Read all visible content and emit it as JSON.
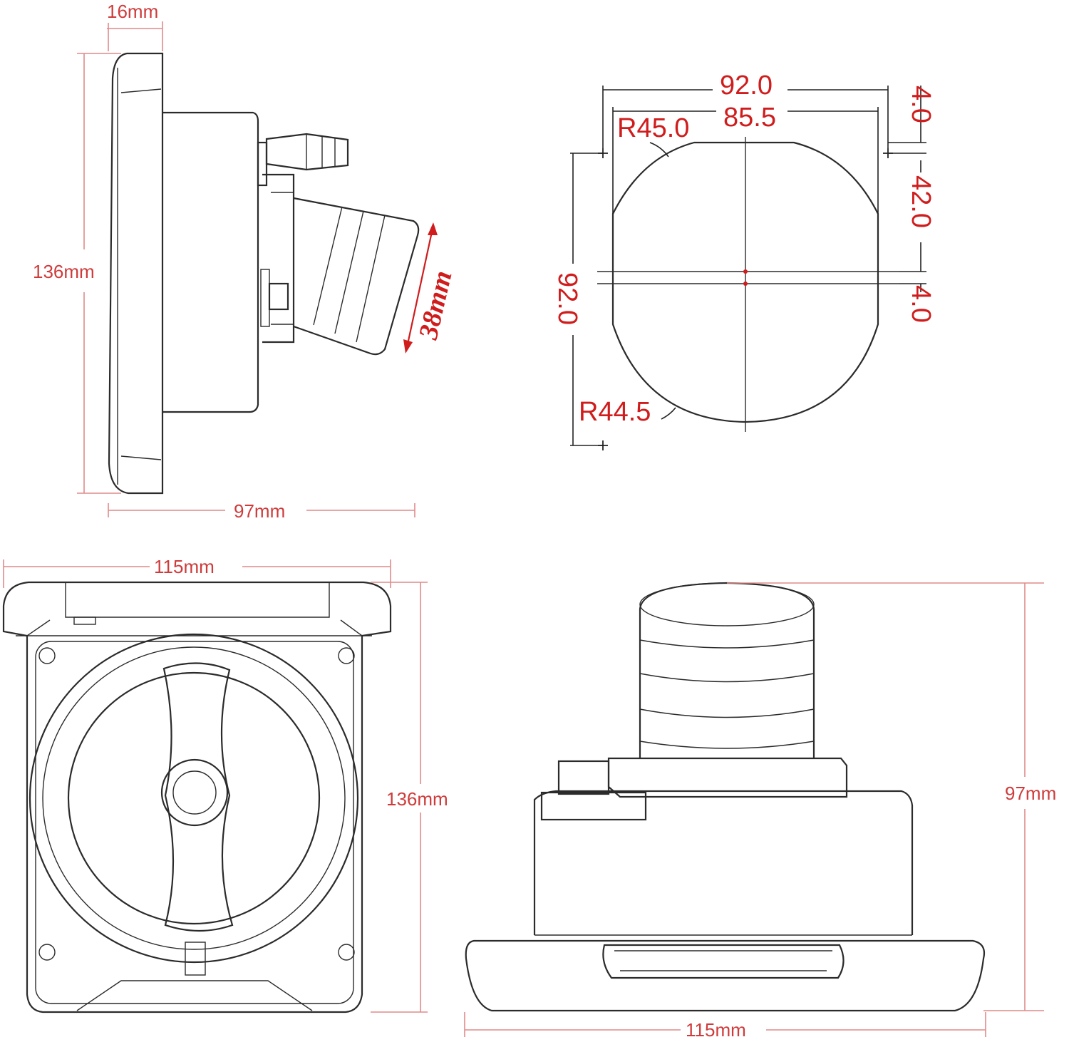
{
  "side_view": {
    "width_label": "16mm",
    "height_label": "136mm",
    "depth_label": "97mm",
    "outlet_label": "38mm"
  },
  "cutout": {
    "outer_width": "92.0",
    "inner_width": "85.5",
    "top_radius": "R45.0",
    "bottom_radius": "R44.5",
    "height": "92.0",
    "offset_top": "4.0",
    "upper_height": "42.0",
    "offset_bottom": "4.0"
  },
  "front_view": {
    "width_label": "115mm",
    "height_label": "136mm"
  },
  "back_view": {
    "height_label": "97mm",
    "width_label": "115mm"
  },
  "colors": {
    "line": "#2b2b2b",
    "dimension": "#e08a8a",
    "label": "#cf3b3b"
  }
}
